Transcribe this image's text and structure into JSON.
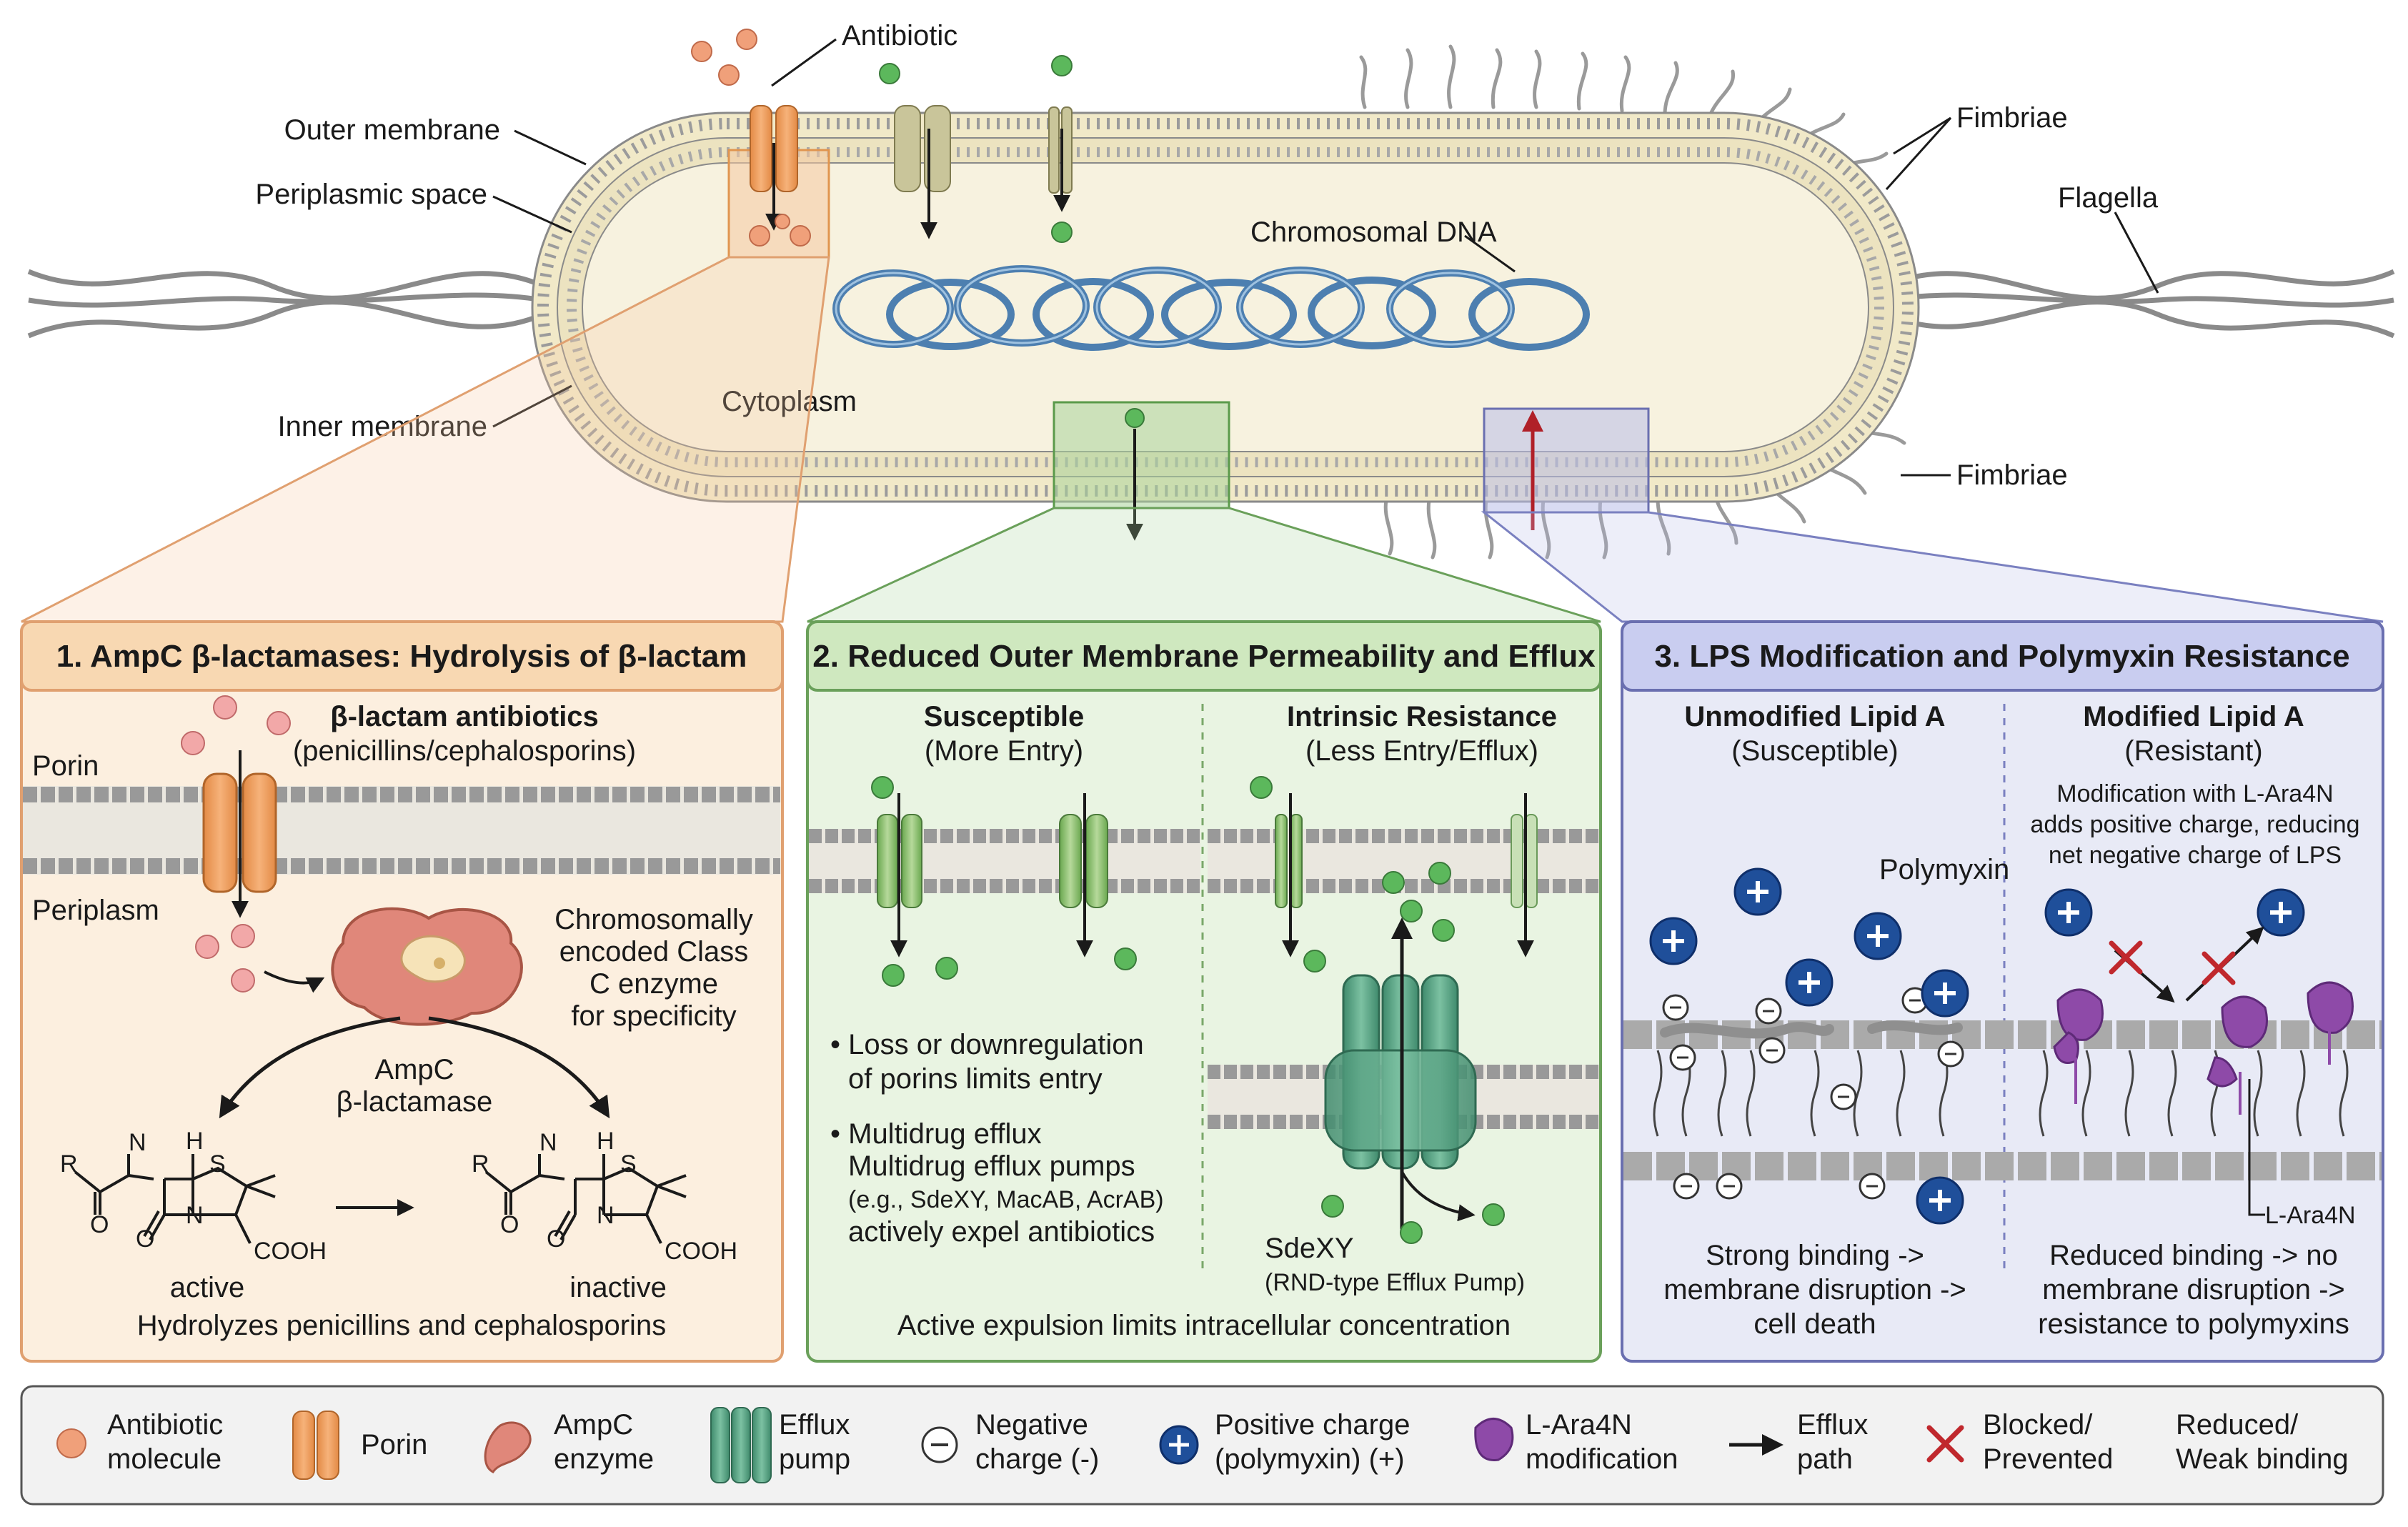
{
  "top": {
    "antibiotic": "Antibiotic",
    "outer_membrane": "Outer membrane",
    "periplasmic_space": "Periplasmic space",
    "inner_membrane": "Inner membrane",
    "cytoplasm": "Cytoplasm",
    "chromosomal_dna": "Chromosomal DNA",
    "fimbriae_top": "Fimbriae",
    "fimbriae_bottom": "Fimbriae",
    "flagella": "Flagella"
  },
  "panel1": {
    "title": "1. AmpC β-lactamases: Hydrolysis of β-lactam",
    "antibiotics_title": "β-lactam antibiotics",
    "antibiotics_sub": "(penicillins/cephalosporins)",
    "porin": "Porin",
    "periplasm": "Periplasm",
    "enzyme_desc": [
      "Chromosomally",
      "encoded Class",
      "C enzyme",
      "for specificity"
    ],
    "enzyme_name": [
      "AmpC",
      "β-lactamase"
    ],
    "chem": {
      "r": "R",
      "h": "H",
      "n": "N",
      "o": "O",
      "s": "S",
      "cooh": "COOH"
    },
    "active": "active",
    "inactive": "inactive",
    "footer": "Hydrolyzes penicillins and cephalosporins"
  },
  "panel2": {
    "title": "2. Reduced Outer Membrane Permeability and Efflux",
    "susceptible": "Susceptible",
    "more_entry": "(More Entry)",
    "intrinsic": "Intrinsic Resistance",
    "less_entry": "(Less Entry/Efflux)",
    "bullet1": [
      "• Loss or downregulation",
      "of porins limits entry"
    ],
    "bullet2": [
      "• Multidrug efflux",
      "Multidrug efflux pumps",
      "(e.g., SdeXY, MacAB, AcrAB)",
      "actively expel antibiotics"
    ],
    "pump_name": "SdeXY",
    "pump_desc": "(RND-type Efflux Pump)",
    "footer": "Active expulsion limits intracellular concentration"
  },
  "panel3": {
    "title": "3. LPS Modification and Polymyxin Resistance",
    "unmod": "Unmodified Lipid A",
    "unmod_sub": "(Susceptible)",
    "mod": "Modified Lipid A",
    "mod_sub": "(Resistant)",
    "mod_desc": [
      "Modification with L-Ara4N",
      "adds positive charge, reducing",
      "net negative charge of LPS"
    ],
    "polymyxin": "Polymyxin",
    "ara_label": "L-Ara4N",
    "footer_left": [
      "Strong binding ->",
      "membrane disruption ->",
      "cell death"
    ],
    "footer_right": [
      "Reduced binding -> no",
      "membrane disruption ->",
      "resistance to polymyxins"
    ]
  },
  "legend": {
    "antibiotic": [
      "Antibiotic",
      "molecule"
    ],
    "porin": [
      "Porin"
    ],
    "ampc": [
      "AmpC",
      "enzyme"
    ],
    "efflux": [
      "Efflux",
      "pump"
    ],
    "negative": [
      "Negative",
      "charge (-)"
    ],
    "positive": [
      "Positive charge",
      "(polymyxin) (+)"
    ],
    "ara": [
      "L-Ara4N",
      "modification"
    ],
    "path": [
      "Efflux",
      "path"
    ],
    "blocked": [
      "Blocked/",
      "Prevented"
    ],
    "reduced": [
      "Reduced/",
      "Weak binding"
    ]
  },
  "colors": {
    "porin": "#f0a060",
    "antibiotic": "#e8957a",
    "green_drug": "#5cb85c",
    "enzyme": "#e0877a",
    "efflux": "#5fa98a",
    "polymyxin": "#1f4f9a",
    "ara": "#8e4aa8",
    "block": "#c0282d",
    "panel1_bg": "#fcefdf",
    "panel2_bg": "#e9f4e2",
    "panel3_bg": "#e8eaf6"
  }
}
